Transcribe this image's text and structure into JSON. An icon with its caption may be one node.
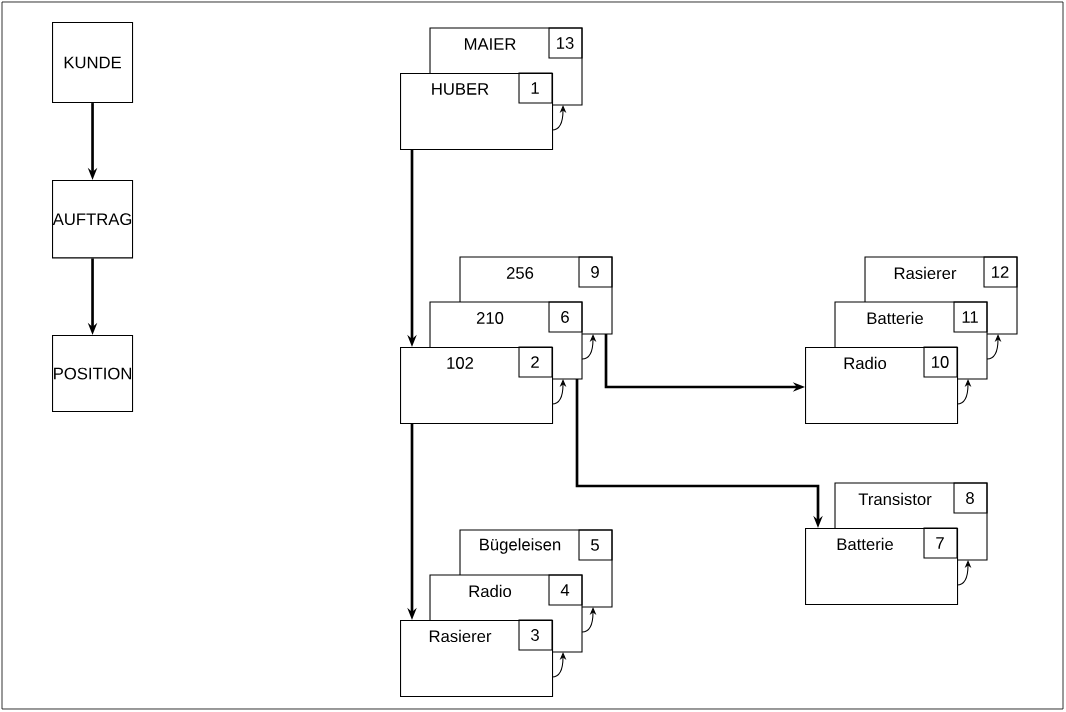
{
  "diagram": {
    "nodes": [
      {
        "text": [
          "KUNDE"
        ]
      },
      {
        "text": [
          "AUFTRAG"
        ]
      },
      {
        "text": [
          "POSITION"
        ]
      },
      {
        "text": [
          "MAIER",
          "13"
        ]
      },
      {
        "text": [
          "HUBER",
          "1"
        ]
      },
      {
        "text": [
          "256",
          "9"
        ]
      },
      {
        "text": [
          "Rasierer",
          "12"
        ]
      },
      {
        "text": [
          "210",
          "6"
        ]
      },
      {
        "text": [
          "Batterie",
          "11"
        ]
      },
      {
        "text": [
          "102",
          "2"
        ]
      },
      {
        "text": [
          "Radio",
          "10"
        ]
      },
      {
        "text": [
          "Transistor",
          "8"
        ]
      },
      {
        "text": [
          "Batterie",
          "7"
        ]
      },
      {
        "text": [
          "Bügeleisen",
          "5"
        ]
      },
      {
        "text": [
          "Radio",
          "4"
        ]
      },
      {
        "text": [
          "Rasierer",
          "3"
        ]
      }
    ],
    "edges": [
      {
        "from": 0,
        "to": 1,
        "arrow": "to",
        "style": "thick"
      },
      {
        "from": 1,
        "to": 2,
        "arrow": "to",
        "style": "thick"
      },
      {
        "from": 4,
        "to": 9,
        "arrow": "to",
        "style": "thick"
      },
      {
        "from": 9,
        "to": 15,
        "arrow": "to",
        "style": "thick"
      },
      {
        "from": 7,
        "to": 12,
        "arrow": "to",
        "style": "thick"
      },
      {
        "from": 5,
        "to": 10,
        "arrow": "to",
        "style": "thick"
      },
      {
        "from": 4,
        "to": 3,
        "arrow": "to"
      },
      {
        "from": 9,
        "to": 7,
        "arrow": "to"
      },
      {
        "from": 7,
        "to": 5,
        "arrow": "to"
      },
      {
        "from": 10,
        "to": 8,
        "arrow": "to"
      },
      {
        "from": 8,
        "to": 6,
        "arrow": "to"
      },
      {
        "from": 12,
        "to": 11,
        "arrow": "to"
      },
      {
        "from": 15,
        "to": 14,
        "arrow": "to"
      },
      {
        "from": 14,
        "to": 13,
        "arrow": "to"
      }
    ]
  }
}
